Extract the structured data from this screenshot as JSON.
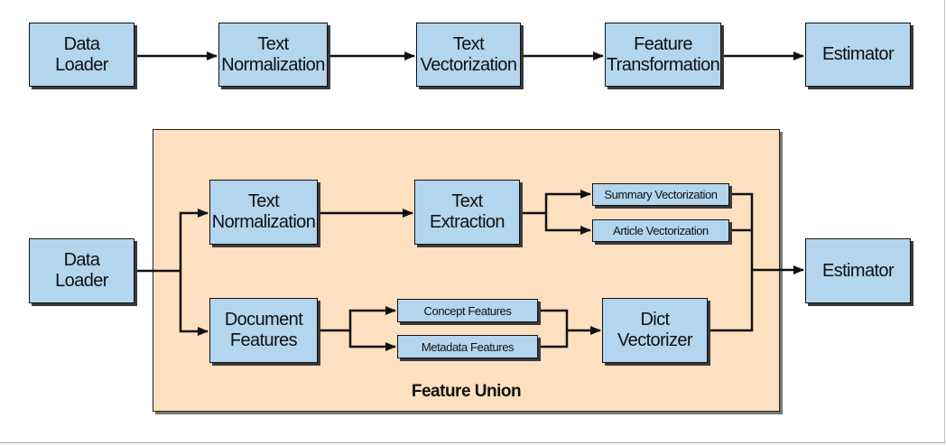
{
  "pipeline": {
    "data_loader": "Data\nLoader",
    "text_normalization": "Text\nNormalization",
    "text_vectorization": "Text\nVectorization",
    "feature_transformation": "Feature\nTransformation",
    "estimator": "Estimator"
  },
  "union_pipeline": {
    "data_loader": "Data\nLoader",
    "text_normalization": "Text\nNormalization",
    "text_extraction": "Text\nExtraction",
    "summary_vectorization": "Summary Vectorization",
    "article_vectorization": "Article Vectorization",
    "document_features": "Document\nFeatures",
    "concept_features": "Concept Features",
    "metadata_features": "Metadata Features",
    "dict_vectorizer": "Dict\nVectorizer",
    "estimator": "Estimator",
    "union_label": "Feature Union"
  },
  "colors": {
    "box_fill": "#b3d5ee",
    "panel_fill": "#fde0c0",
    "stroke": "#111111"
  }
}
